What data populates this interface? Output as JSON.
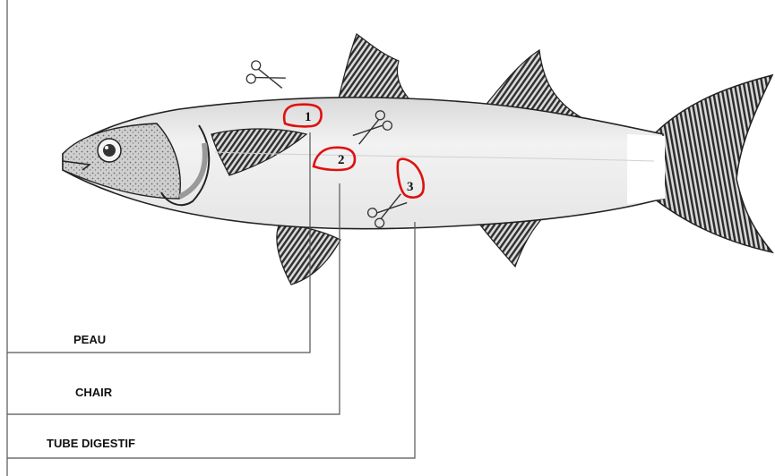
{
  "labels": {
    "skin": "PEAU",
    "flesh": "CHAIR",
    "gut": "TUBE DIGESTIF"
  },
  "markers": {
    "m1": "1",
    "m2": "2",
    "m3": "3"
  },
  "colors": {
    "marker_outline": "#e01010",
    "leader_line": "#555555",
    "fish_body": "#e9e9e9",
    "fin_dark": "#2e2e2e"
  },
  "icons": [
    "scissors-icon",
    "scissors-icon",
    "scissors-icon"
  ]
}
